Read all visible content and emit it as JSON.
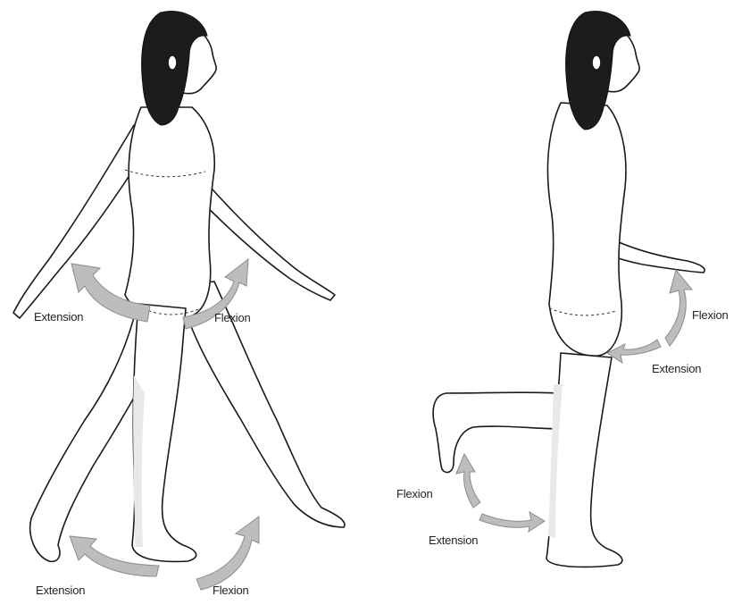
{
  "figure_left": {
    "hip_labels": {
      "back": "Extension",
      "front": "Flexion"
    },
    "ankle_labels": {
      "back": "Extension",
      "front": "Flexion"
    }
  },
  "figure_right": {
    "hip_labels": {
      "up": "Flexion",
      "down": "Extension"
    },
    "knee_labels": {
      "up": "Flexion",
      "down": "Extension"
    }
  },
  "colors": {
    "arrow_fill": "#bdbdbd",
    "outline": "#1a1a1a",
    "background": "#ffffff"
  }
}
